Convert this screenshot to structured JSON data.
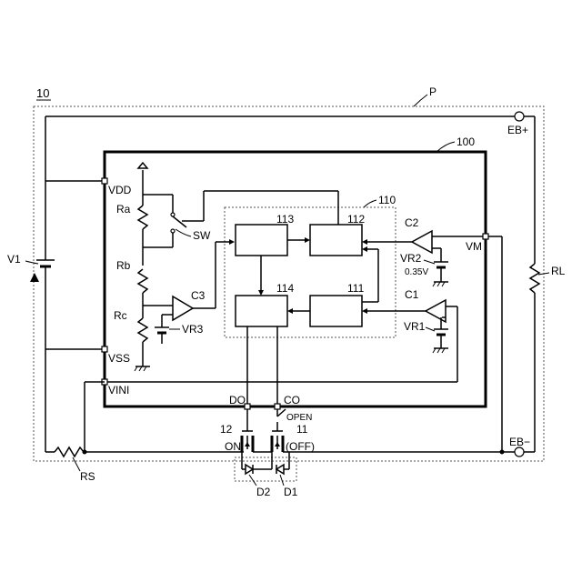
{
  "figure_number": "10",
  "labels": {
    "pack": "P",
    "eb_plus": "EB+",
    "eb_minus": "EB−",
    "ic": "100",
    "block_110": "110",
    "vdd": "VDD",
    "vss": "VSS",
    "vini": "VINI",
    "vm": "VM",
    "do": "DO",
    "co": "CO",
    "v1": "V1",
    "rl": "RL",
    "rs": "RS",
    "ra": "Ra",
    "rb": "Rb",
    "rc": "Rc",
    "sw": "SW",
    "c1": "C1",
    "c2": "C2",
    "c3": "C3",
    "vr1": "VR1",
    "vr2": "VR2",
    "vr2_value": "0.35V",
    "vr3": "VR3",
    "b111": "111",
    "b112": "112",
    "b113": "113",
    "b114": "114",
    "fet12": "12",
    "fet11": "11",
    "on": "ON",
    "off": "(OFF)",
    "open": "OPEN",
    "d1": "D1",
    "d2": "D2"
  }
}
